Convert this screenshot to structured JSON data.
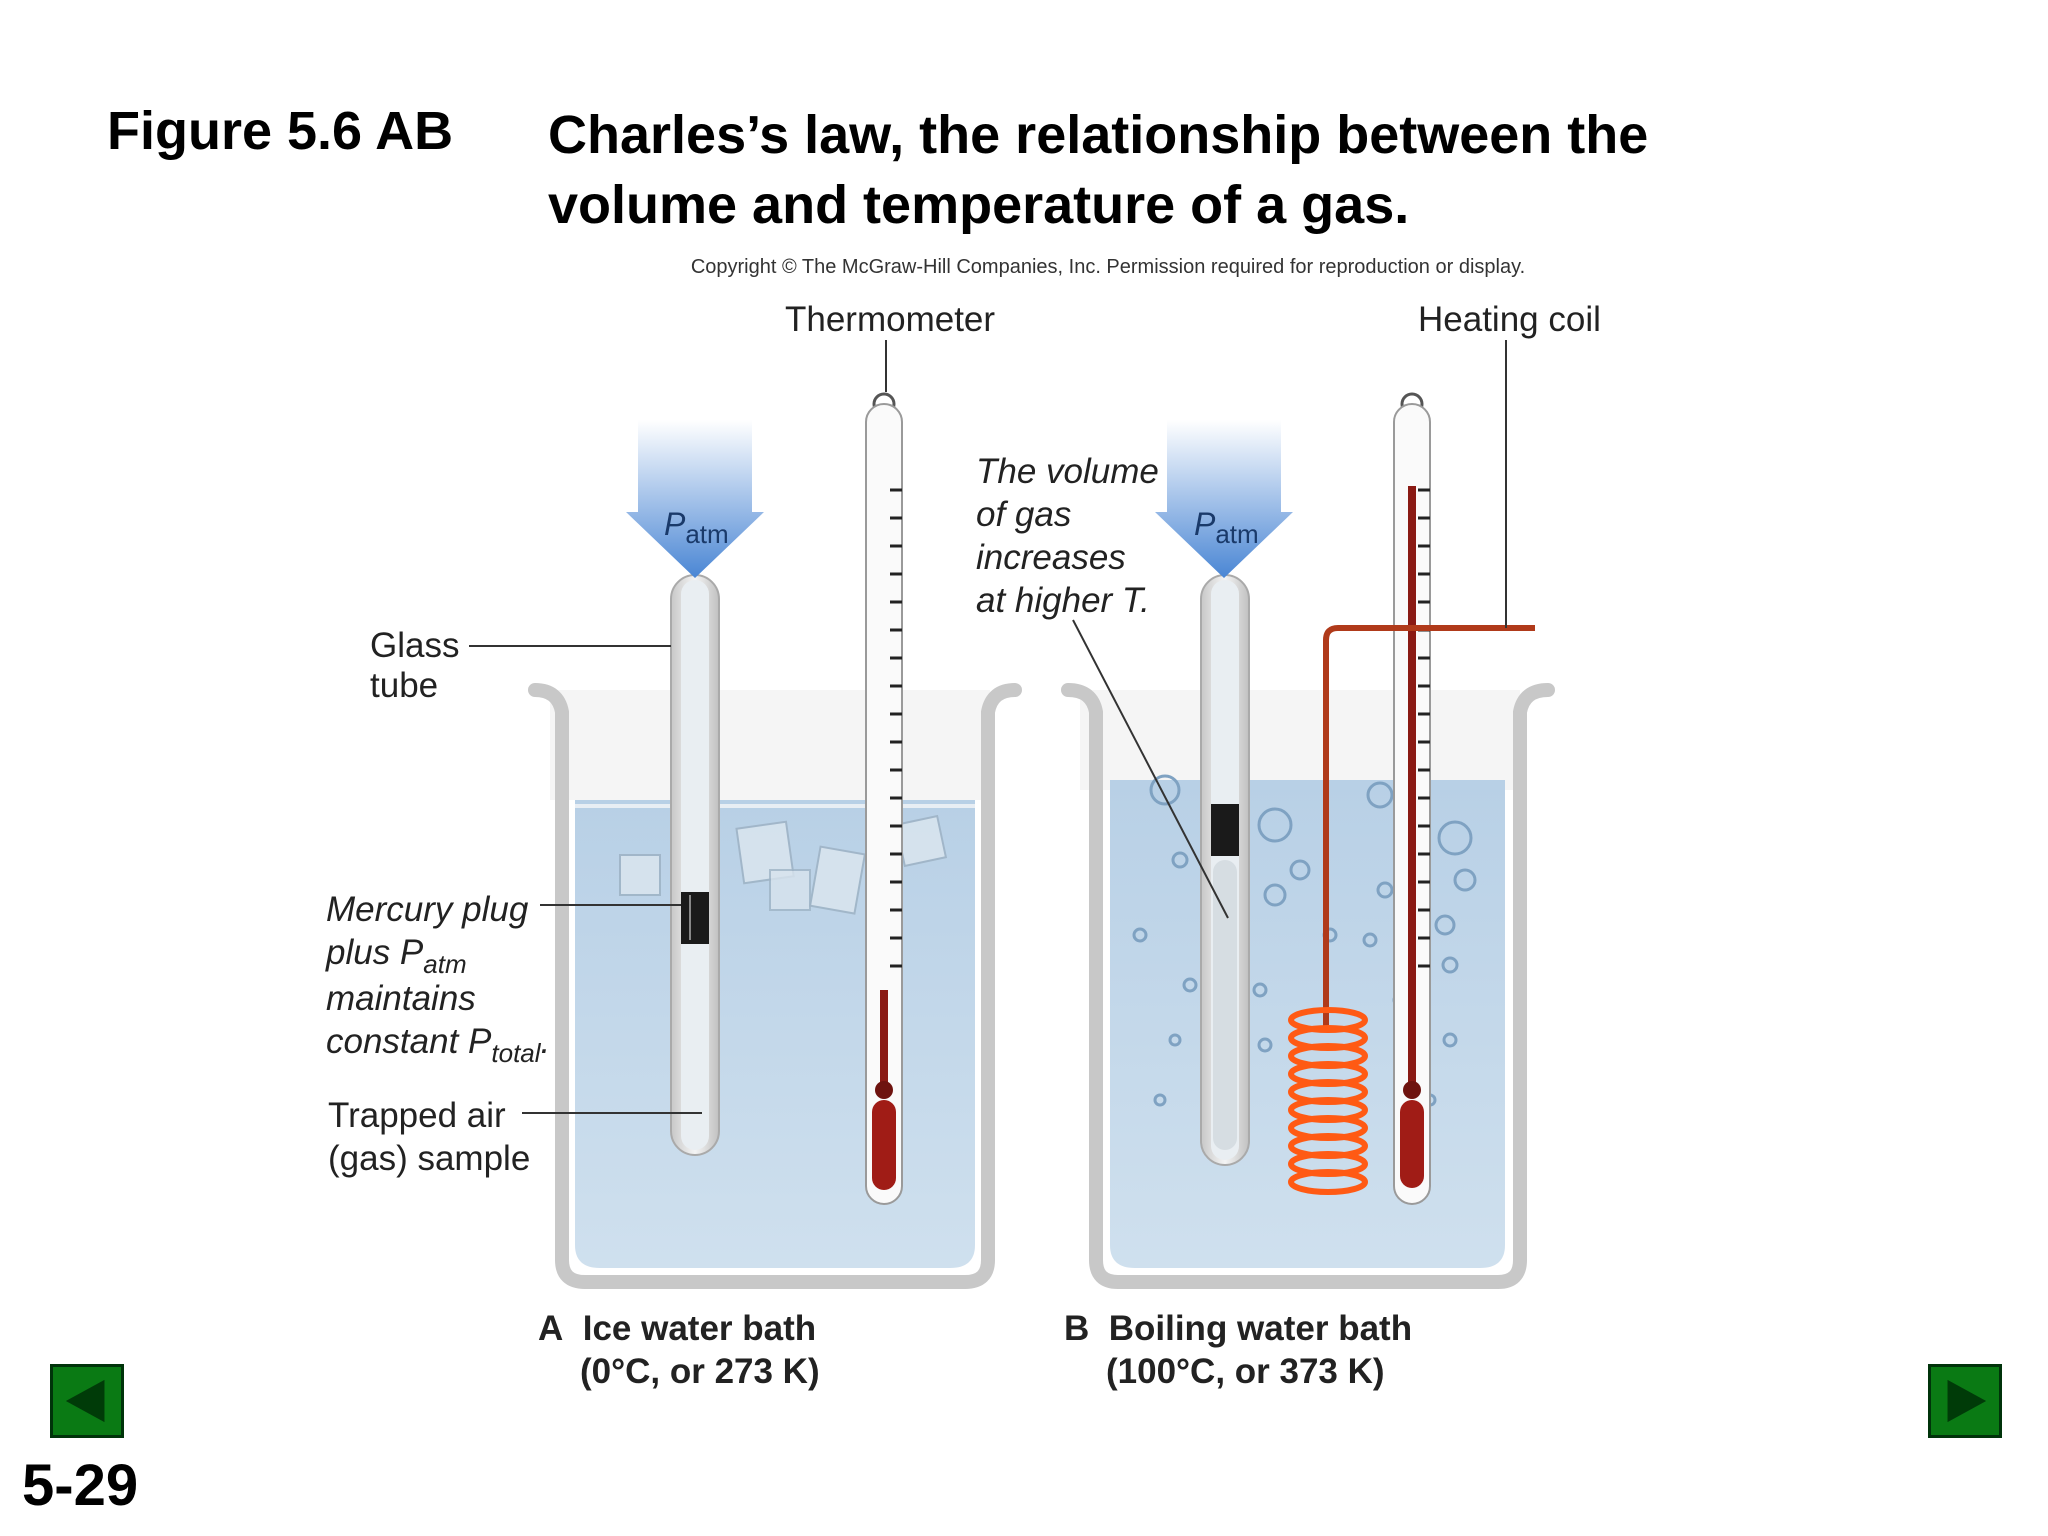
{
  "figure": {
    "number": "Figure 5.6 AB",
    "caption_line1": "Charles’s law, the relationship between the",
    "caption_line2": "volume and temperature of a gas.",
    "copyright": "Copyright © The McGraw-Hill Companies, Inc. Permission required for reproduction or display."
  },
  "labels": {
    "thermometer": "Thermometer",
    "heating_coil": "Heating coil",
    "glass_tube_1": "Glass",
    "glass_tube_2": "tube",
    "mercury_1": "Mercury plug",
    "mercury_2a": "plus P",
    "mercury_2b": "atm",
    "mercury_3": "maintains",
    "mercury_4a": "constant P",
    "mercury_4b": "total",
    "mercury_4c": ".",
    "trapped_1": "Trapped air",
    "trapped_2": "(gas) sample",
    "volume_1": "The volume",
    "volume_2": "of gas",
    "volume_3": "increases",
    "volume_4": "at higher T.",
    "patm_p": "P",
    "patm_sub": "atm"
  },
  "panels": {
    "a_letter": "A",
    "a_title": "Ice water bath",
    "a_sub": "(0°C, or 273 K)",
    "b_letter": "B",
    "b_title": "Boiling water bath",
    "b_sub": "(100°C, or 373 K)"
  },
  "slide": {
    "number": "5-29"
  },
  "colors": {
    "water": "#c4d8e8",
    "arrow": "#4a86d4",
    "mercury": "#8a1a14",
    "coil": "#ff5a14",
    "nav_green": "#0a7a14"
  }
}
